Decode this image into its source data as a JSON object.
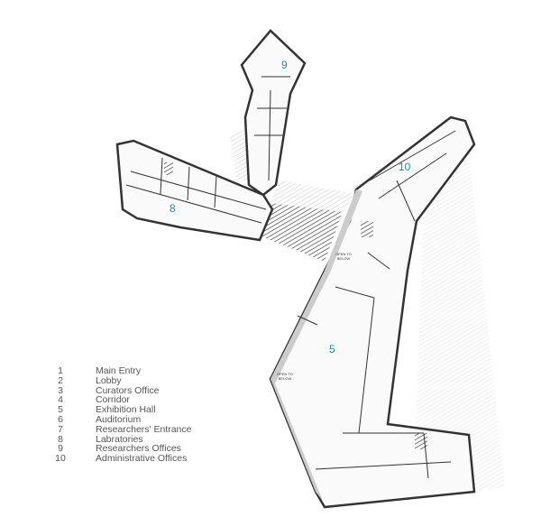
{
  "plan": {
    "accent_color": "#1a8fb0",
    "room_labels": [
      {
        "id": "5",
        "text": "5"
      },
      {
        "id": "8",
        "text": "8"
      },
      {
        "id": "9",
        "text": "9"
      },
      {
        "id": "10",
        "text": "10"
      }
    ],
    "notes": [
      "OPEN TO BELOW",
      "OPEN TO BELOW"
    ]
  },
  "legend": [
    {
      "num": "1",
      "label": "Main Entry"
    },
    {
      "num": "2",
      "label": "Lobby"
    },
    {
      "num": "3",
      "label": "Curators Office"
    },
    {
      "num": "4",
      "label": "Corridor"
    },
    {
      "num": "5",
      "label": "Exhibition Hall"
    },
    {
      "num": "6",
      "label": "Auditorium"
    },
    {
      "num": "7",
      "label": "Researchers' Entrance"
    },
    {
      "num": "8",
      "label": "Labratories"
    },
    {
      "num": "9",
      "label": "Researchers Offices"
    },
    {
      "num": "10",
      "label": "Administrative Offices"
    }
  ]
}
